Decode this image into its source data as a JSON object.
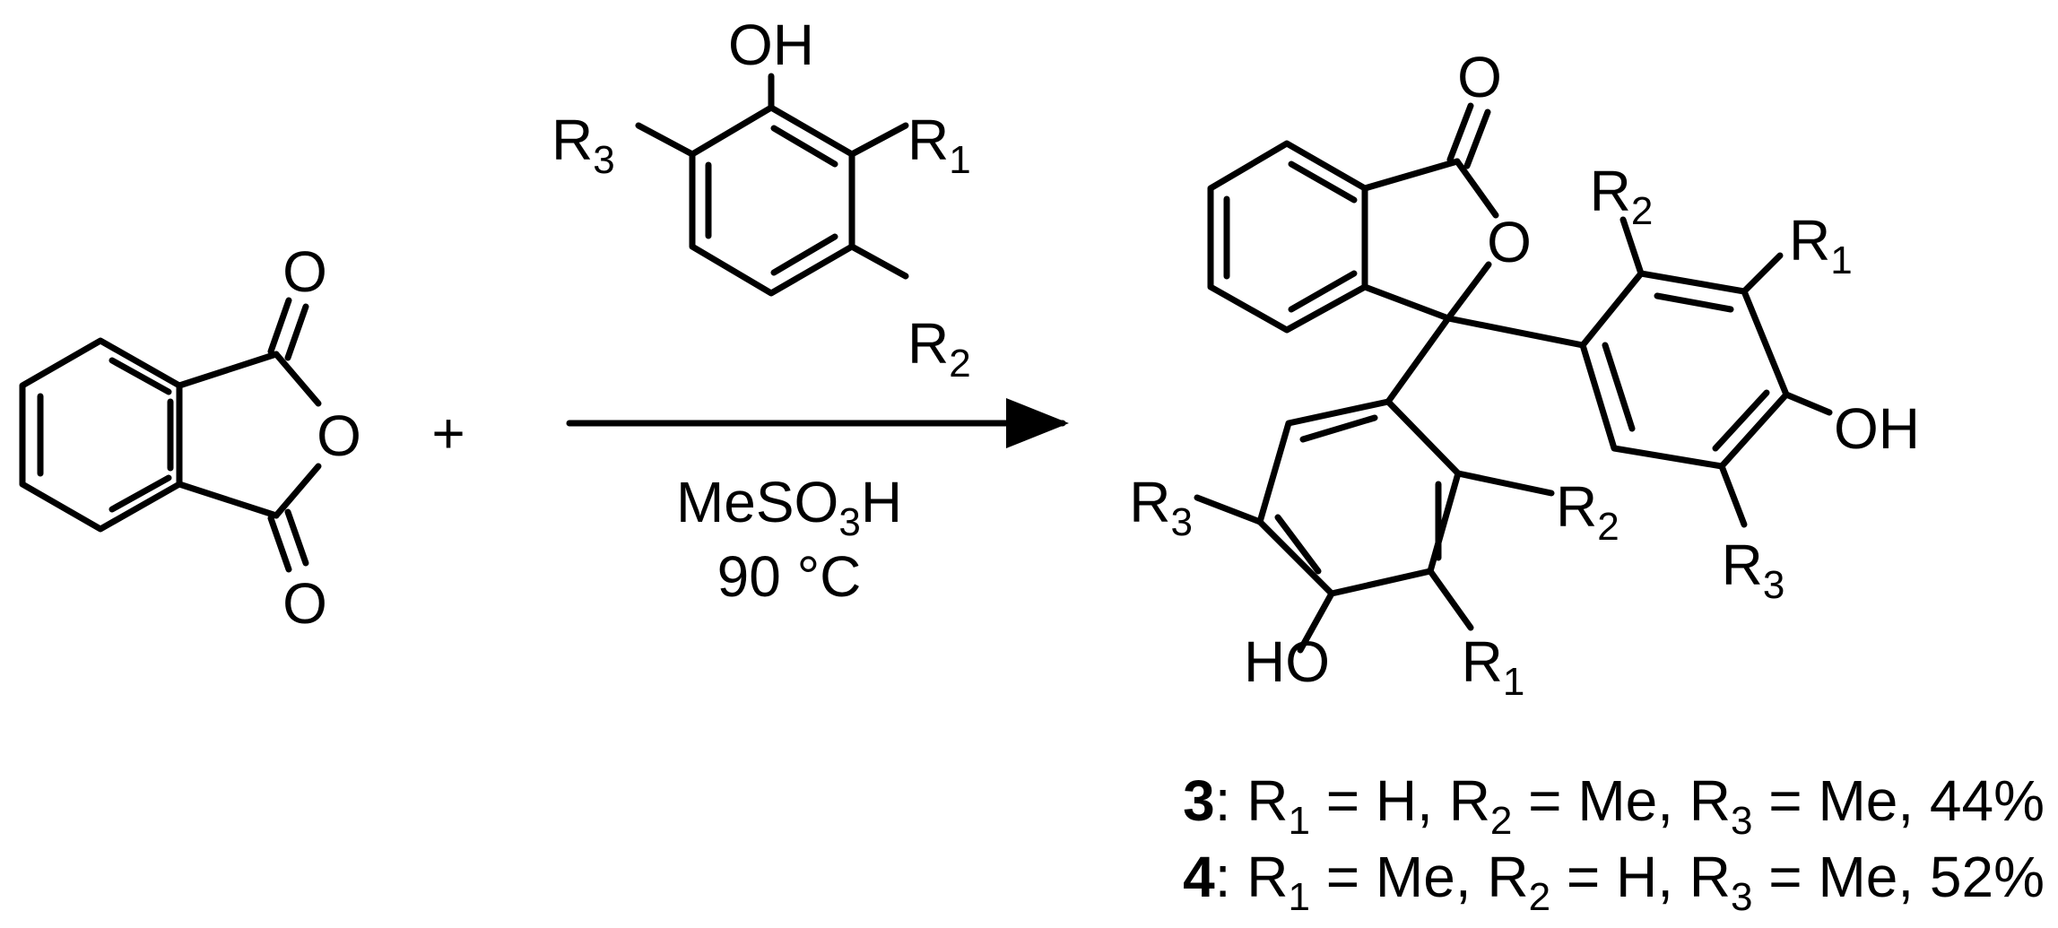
{
  "labels": {
    "O": "O",
    "OH": "OH",
    "HO": "HO",
    "R": "R",
    "n1": "1",
    "n2": "2",
    "n3": "3",
    "plus": "+"
  },
  "conditions": {
    "reagent_main": "MeSO",
    "reagent_sub": "3",
    "reagent_tail": "H",
    "temperature": "90 °C"
  },
  "results": [
    {
      "id": "3",
      "colon": ":",
      "r1_value": " = H, ",
      "r2_value": " = Me, ",
      "r3_value": " = Me, ",
      "yield": "44%"
    },
    {
      "id": "4",
      "colon": ":",
      "r1_value": " = Me, ",
      "r2_value": " = H, ",
      "r3_value": " = Me, ",
      "yield": "52%"
    }
  ]
}
